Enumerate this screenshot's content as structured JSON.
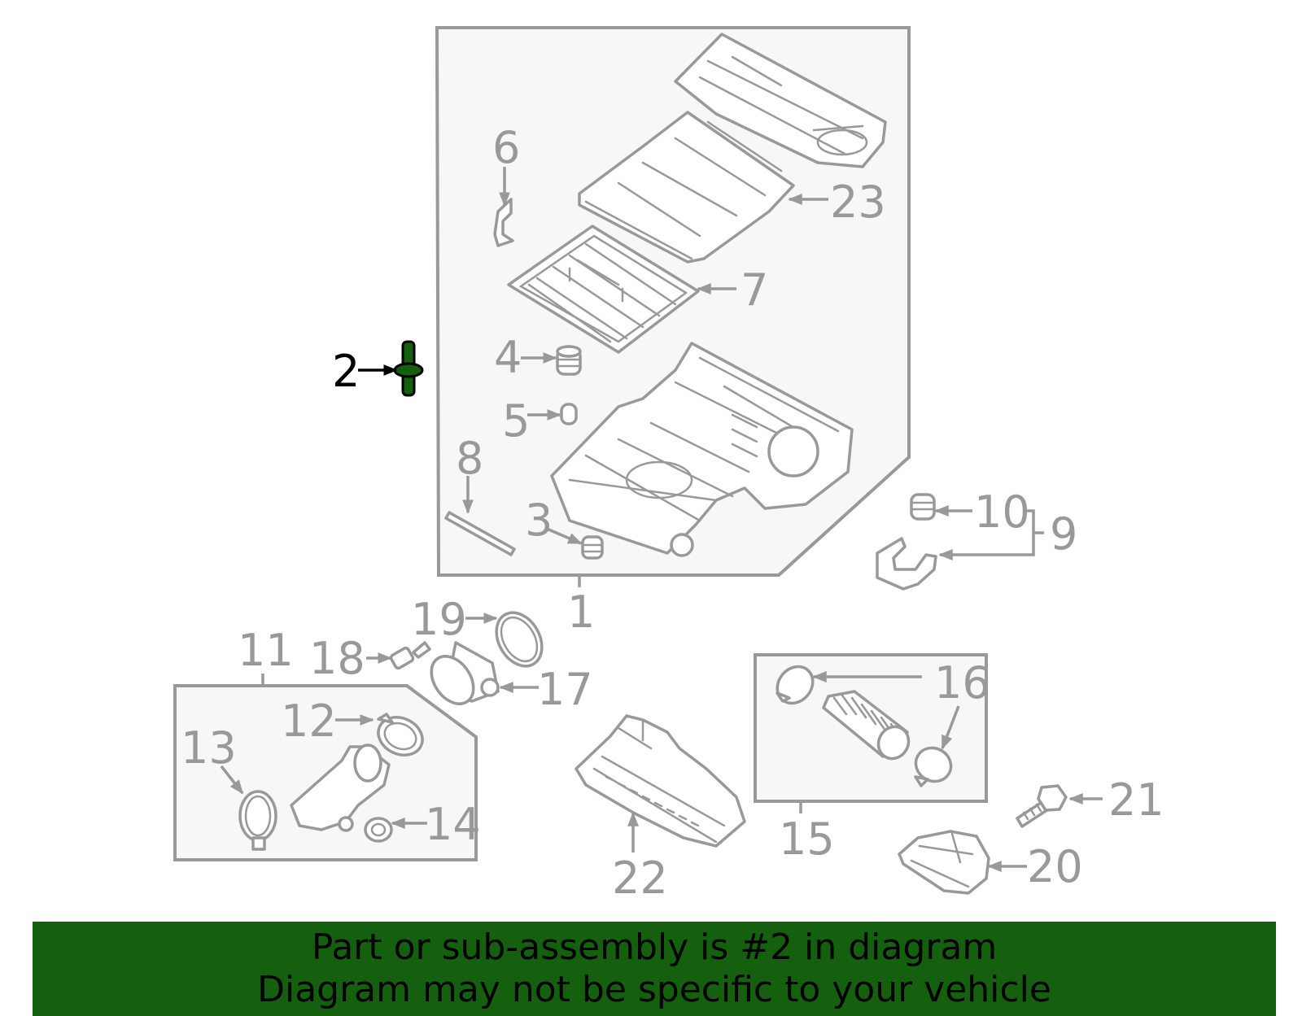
{
  "callouts": {
    "c1": "1",
    "c2": "2",
    "c3": "3",
    "c4": "4",
    "c5": "5",
    "c6": "6",
    "c7": "7",
    "c8": "8",
    "c9": "9",
    "c10": "10",
    "c11": "11",
    "c12": "12",
    "c13": "13",
    "c14": "14",
    "c15": "15",
    "c16": "16",
    "c17": "17",
    "c18": "18",
    "c19": "19",
    "c20": "20",
    "c21": "21",
    "c22": "22",
    "c23": "23"
  },
  "highlight": {
    "part_number": "2",
    "color": "#14600e"
  },
  "colors": {
    "line": "#999999",
    "box_fill": "#f7f7f7",
    "banner": "#14600e"
  },
  "banner": {
    "line1": "Part or sub-assembly is #2 in diagram",
    "line2": "Diagram may not be specific to your vehicle"
  }
}
